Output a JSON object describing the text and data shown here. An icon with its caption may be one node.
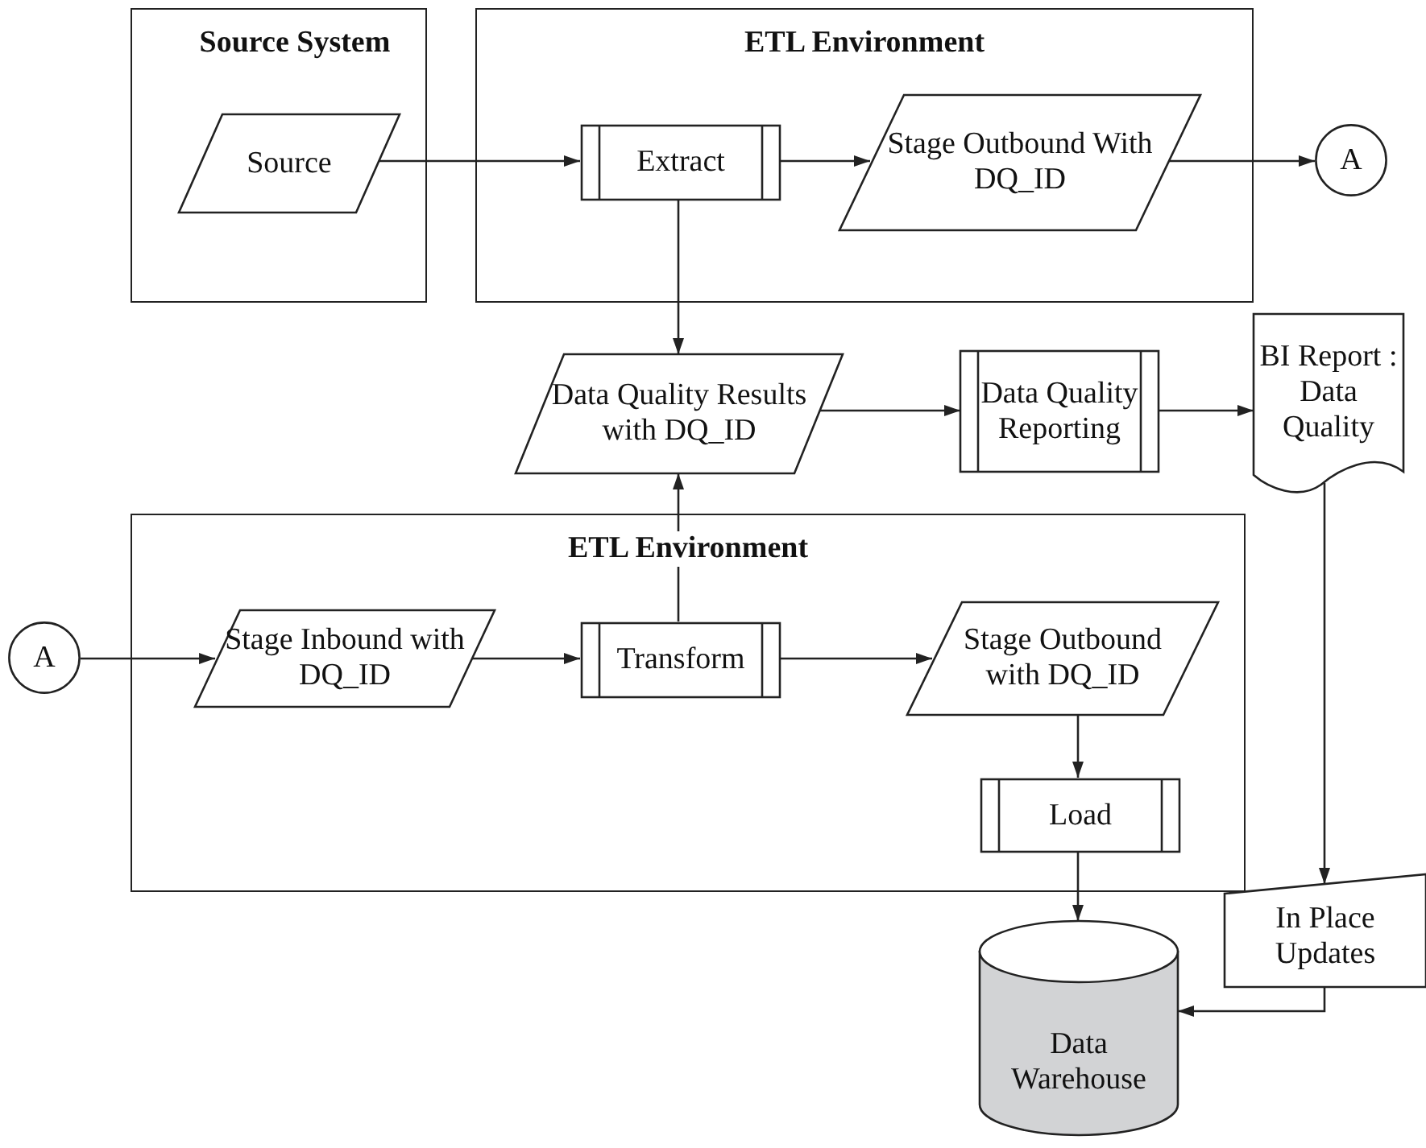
{
  "diagram": {
    "nodes": [
      {
        "text": [
          "Source System"
        ]
      },
      {
        "text": [
          "Source"
        ],
        "in": 0
      },
      {
        "text": [
          "ETL Environment"
        ]
      },
      {
        "text": [
          "Extract"
        ],
        "in": 2
      },
      {
        "text": [
          "Stage Outbound With DQ_ID"
        ],
        "in": 2
      },
      {
        "text": [
          "A"
        ]
      },
      {
        "text": [
          "Data Quality Results with DQ_ID"
        ]
      },
      {
        "text": [
          "Data Quality Reporting"
        ]
      },
      {
        "text": [
          "BI Report : Data Quality"
        ]
      },
      {
        "text": [
          "ETL Environment"
        ]
      },
      {
        "text": [
          "A"
        ]
      },
      {
        "text": [
          "Stage Inbound with DQ_ID"
        ],
        "in": 9
      },
      {
        "text": [
          "Transform"
        ],
        "in": 9
      },
      {
        "text": [
          "Stage Outbound with DQ_ID"
        ],
        "in": 9
      },
      {
        "text": [
          "Load"
        ],
        "in": 9
      },
      {
        "text": [
          "Data Warehouse"
        ]
      },
      {
        "text": [
          "In Place Updates"
        ]
      }
    ],
    "edges": [
      {
        "from": 1,
        "to": 3,
        "arrow": "to"
      },
      {
        "from": 3,
        "to": 4,
        "arrow": "to"
      },
      {
        "from": 4,
        "to": 5,
        "arrow": "to"
      },
      {
        "from": 3,
        "to": 6,
        "arrow": "to"
      },
      {
        "from": 6,
        "to": 7,
        "arrow": "to"
      },
      {
        "from": 7,
        "to": 8,
        "arrow": "to"
      },
      {
        "from": 10,
        "to": 11,
        "arrow": "to"
      },
      {
        "from": 11,
        "to": 12,
        "arrow": "to"
      },
      {
        "from": 12,
        "to": 6,
        "arrow": "to"
      },
      {
        "from": 12,
        "to": 13,
        "arrow": "to"
      },
      {
        "from": 13,
        "to": 14,
        "arrow": "to"
      },
      {
        "from": 14,
        "to": 15,
        "arrow": "to"
      },
      {
        "from": 8,
        "to": 16,
        "arrow": "to"
      },
      {
        "from": 16,
        "to": 15,
        "arrow": "to"
      }
    ]
  }
}
